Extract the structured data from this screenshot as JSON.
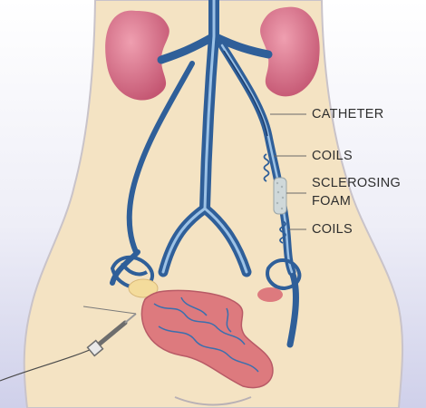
{
  "colors": {
    "background_gradient_top": "#ffffff",
    "background_gradient_bottom": "#cfd0ea",
    "body_skin": "#f4e3c3",
    "body_outline": "#c9c3c9",
    "kidney": "#d36d85",
    "vein": "#3a6fae",
    "vein_highlight": "#9cc2e6",
    "uterus": "#dd7a7e",
    "uterus_vessels": "#3a6fae",
    "foam": "#cfd8d9",
    "coil": "#2f5f99",
    "leader_line": "#6a6a6a",
    "label_text": "#2e2e2e"
  },
  "labels": {
    "catheter": "CATHETER",
    "coils_upper": "COILS",
    "sclerosing_line1": "SCLEROSING",
    "sclerosing_line2": "FOAM",
    "coils_lower": "COILS"
  },
  "icons": {
    "needle": "syringe-needle-icon"
  }
}
